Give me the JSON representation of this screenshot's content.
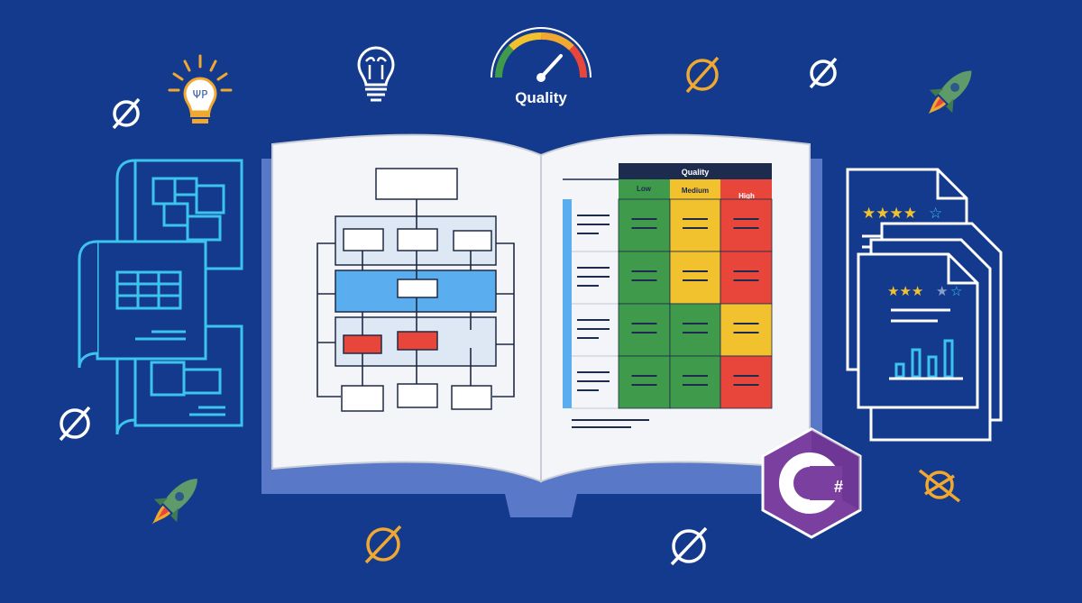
{
  "gauge": {
    "label": "Quality"
  },
  "table": {
    "header": "Quality",
    "columns": [
      "Low",
      "Medium",
      "High"
    ],
    "rows": [
      [
        "green",
        "yellow",
        "red"
      ],
      [
        "green",
        "yellow",
        "red"
      ],
      [
        "green",
        "green",
        "yellow"
      ],
      [
        "green",
        "green",
        "red"
      ]
    ]
  },
  "badge": {
    "text": "C#"
  },
  "ratings": {
    "top_stars": 4,
    "bottom_stars": 3.5,
    "max_stars": 5
  },
  "colors": {
    "background": "#133a8c",
    "green": "#3f9a4c",
    "yellow": "#f2c12e",
    "red": "#e8463a",
    "orange": "#f0a830",
    "cyan": "#3cc4ee",
    "purple": "#7b3fa0",
    "blue_band": "#5aaef0"
  },
  "icons": [
    "lightbulb-orange-icon",
    "lightbulb-white-icon",
    "quality-gauge-icon",
    "empty-set-icon",
    "rocket-icon",
    "blueprint-icon",
    "document-stack-icon",
    "book-icon",
    "flowchart-icon",
    "csharp-badge-icon"
  ]
}
